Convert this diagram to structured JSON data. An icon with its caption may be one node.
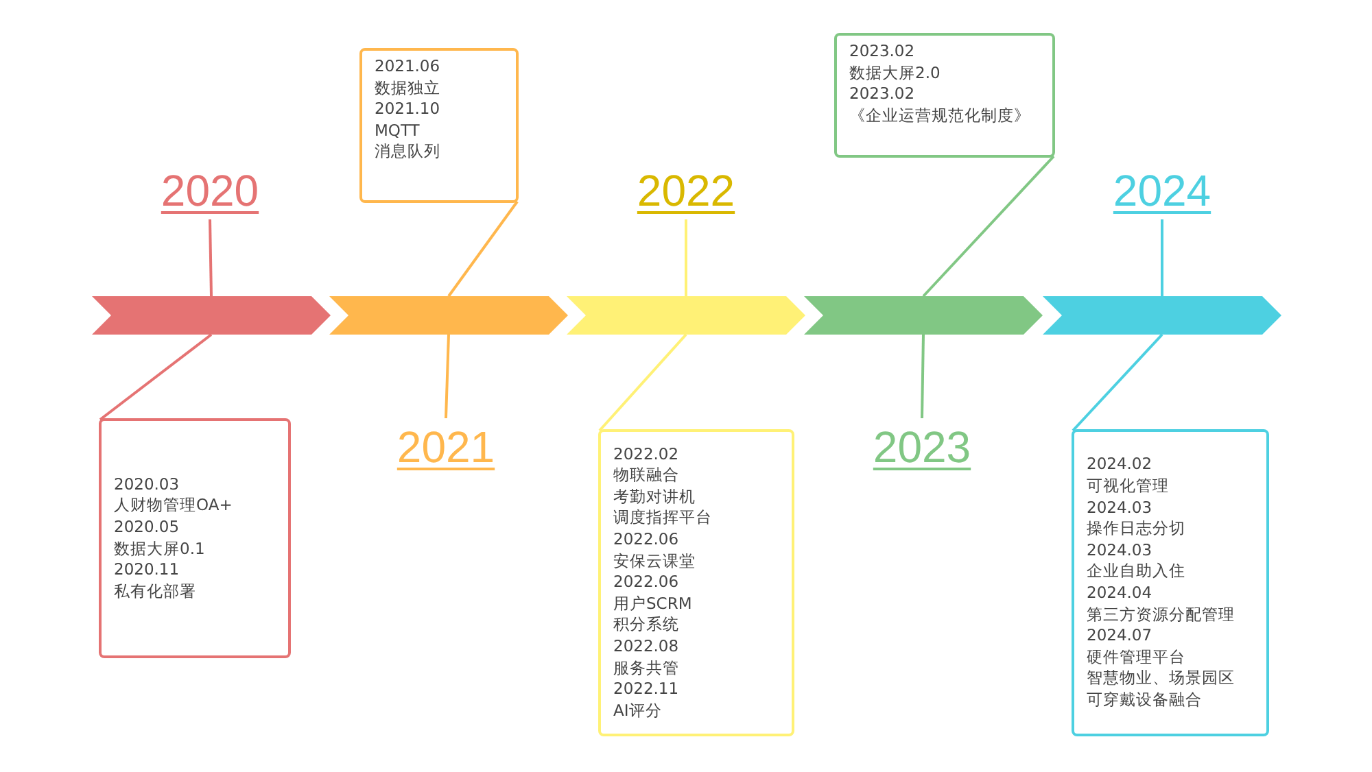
{
  "diagram": {
    "nodes": [
      {
        "text": [
          "2020"
        ]
      },
      {
        "text": [
          "2020.03",
          "人财物管理OA+",
          "2020.05",
          "数据大屏0.1",
          "2020.11",
          "私有化部署"
        ]
      },
      {
        "text": [
          "2021"
        ]
      },
      {
        "text": [
          "2021.06",
          "数据独立",
          "2021.10",
          "MQTT",
          "消息队列"
        ]
      },
      {
        "text": [
          "2022"
        ]
      },
      {
        "text": [
          "2022.02",
          "物联融合",
          "考勤对讲机",
          "调度指挥平台",
          "2022.06",
          "安保云课堂",
          "2022.06",
          "用户SCRM",
          "积分系统",
          "2022.08",
          "服务共管",
          "2022.11",
          "AI评分"
        ]
      },
      {
        "text": [
          "2023"
        ]
      },
      {
        "text": [
          "2023.02",
          "数据大屏2.0",
          "2023.02",
          "《企业运营规范化制度》"
        ]
      },
      {
        "text": [
          "2024"
        ]
      },
      {
        "text": [
          "2024.02",
          "可视化管理",
          "2024.03",
          "操作日志分切",
          "2024.03",
          "企业自助入住",
          "2024.04",
          "第三方资源分配管理",
          "2024.07",
          "硬件管理平台",
          "智慧物业、场景园区",
          "可穿戴设备融合"
        ]
      },
      {
        "text": [],
        "shape": "chevron"
      },
      {
        "text": [],
        "shape": "chevron"
      },
      {
        "text": [],
        "shape": "chevron"
      },
      {
        "text": [],
        "shape": "chevron"
      },
      {
        "text": [],
        "shape": "chevron"
      }
    ],
    "edges": [
      {
        "from": 0,
        "to": 10,
        "arrow": "none",
        "color": "#e57373"
      },
      {
        "from": 1,
        "to": 10,
        "arrow": "none",
        "color": "#e57373"
      },
      {
        "from": 2,
        "to": 11,
        "arrow": "none",
        "color": "#ffb74d"
      },
      {
        "from": 3,
        "to": 11,
        "arrow": "none",
        "color": "#ffb74d"
      },
      {
        "from": 4,
        "to": 12,
        "arrow": "none",
        "color": "#fff176"
      },
      {
        "from": 5,
        "to": 12,
        "arrow": "none",
        "color": "#fff176"
      },
      {
        "from": 6,
        "to": 13,
        "arrow": "none",
        "color": "#81c784"
      },
      {
        "from": 7,
        "to": 13,
        "arrow": "none",
        "color": "#81c784"
      },
      {
        "from": 8,
        "to": 14,
        "arrow": "none",
        "color": "#4dd0e1"
      },
      {
        "from": 9,
        "to": 14,
        "arrow": "none",
        "color": "#4dd0e1"
      }
    ]
  }
}
